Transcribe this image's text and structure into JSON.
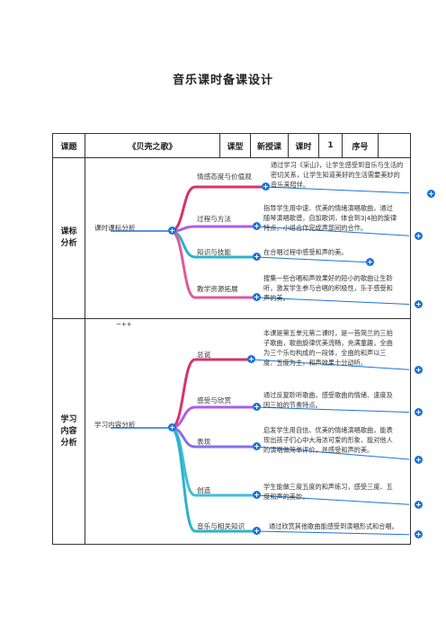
{
  "page_title": "音乐课时备课设计",
  "header": {
    "col1": "课题",
    "col2": "《贝壳之歌》",
    "col3": "课型",
    "col4": "新授课",
    "col5": "课时",
    "col6": "1",
    "col7": "序号",
    "col8": ""
  },
  "section1": {
    "label_line1": "课标",
    "label_line2": "分析",
    "root": "课时课标分析",
    "branches": [
      {
        "label": "情感态度与价值观",
        "desc": "通过学习《采山》，让学生感受到音乐与生活的密切关系，让学生知道美好的生活需要美妙的音乐来陪伴。",
        "color": "#d6336c"
      },
      {
        "label": "过程与方法",
        "desc": "指导学生用中速、优美的情绪演唱歌曲，通过随琴演唱歌谱，自加歌词，体会到3|4拍的旋律特点，小组合作完成声部间的合作。",
        "color": "#b05ce6"
      },
      {
        "label": "知识与技能",
        "desc": "在合唱过程中感受和声的美。",
        "color": "#2bb3c9"
      },
      {
        "label": "教学资源拓展",
        "desc": "搜集一些合唱和声效果好的短小的歌曲让生聆听，激发学生参与合唱的积极性，乐于感受和声的美。",
        "color": "#e05a9a"
      }
    ]
  },
  "section2": {
    "label_line1": "学习",
    "label_line2": "内容",
    "label_line3": "分析",
    "marker": "~++",
    "root": "学习内容分析",
    "branches": [
      {
        "label": "总说",
        "desc": "本课是第五单元第二课时，是一首简兰的三拍子歌曲，歌曲旋律优美流畅，充满童趣，全曲为三个乐句构成的一段体，全曲的和声以三度、五度为主，和声效果十分动听。",
        "color": "#d6336c"
      },
      {
        "label": "感受与欣赏",
        "desc": "通过反复聆听歌曲，感受歌曲的情绪、速度及因三拍的节奏特点。",
        "color": "#b05ce6"
      },
      {
        "label": "表现",
        "desc": "启发学生用自信、优美的情绪演唱歌曲，能表现出孩子们心中大海浓可爱的形象，能对他人的演唱做简单评价，并感受和声的美。",
        "color": "#8a6de9"
      },
      {
        "label": "创造",
        "desc": "学生能做三度五度的和声练习，感受三度、五度和声的美妙。",
        "color": "#3fbfd9"
      },
      {
        "label": "音乐与相关知识",
        "desc": "通过欣赏其他歌曲能感受到演唱形式和合唱。",
        "color": "#2bb3c9"
      }
    ]
  },
  "colors": {
    "plus": "#1a73d9",
    "line_blue": "#1a73d9"
  }
}
